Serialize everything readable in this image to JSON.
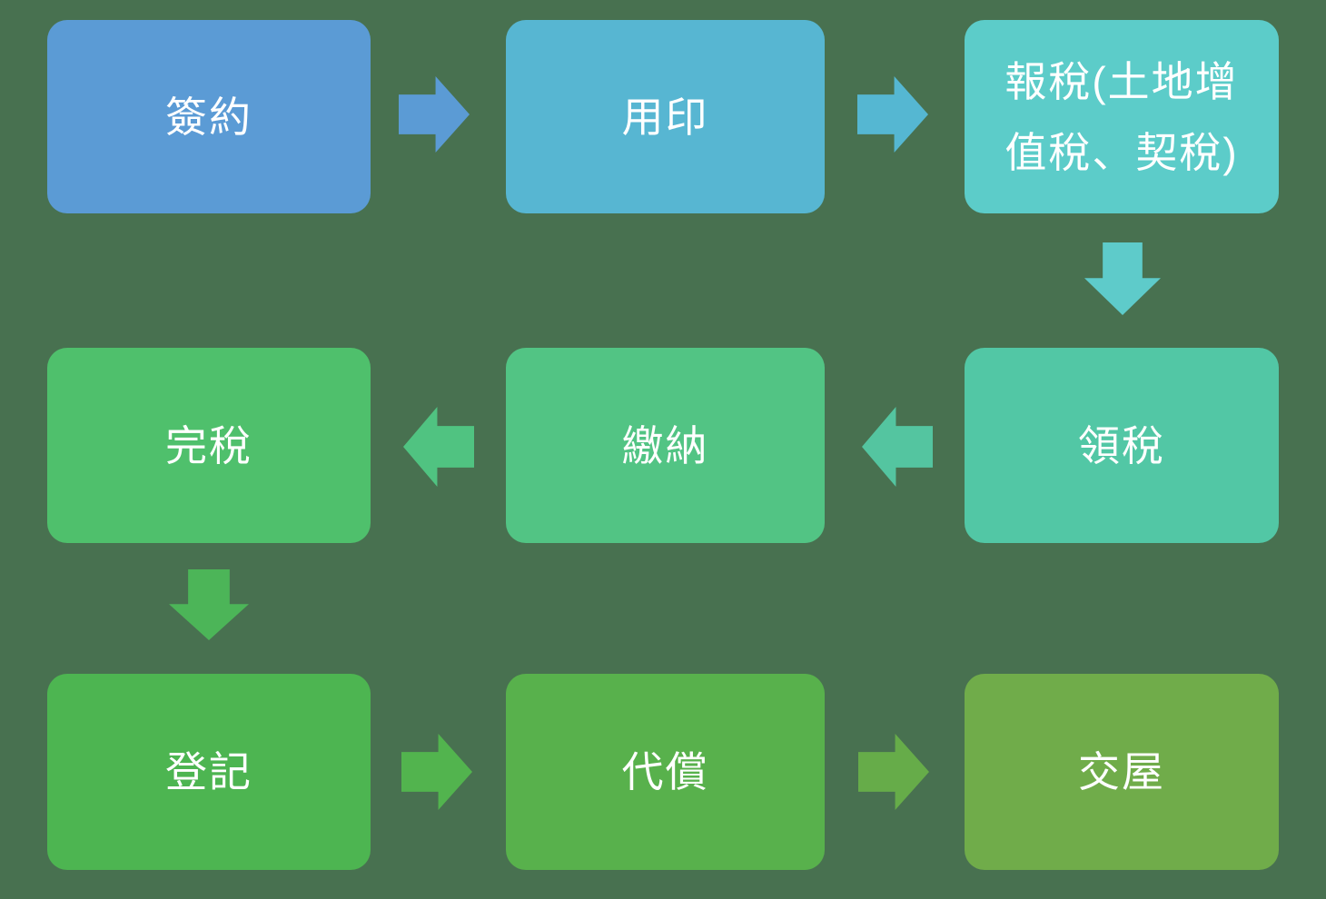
{
  "background_color": "#487150",
  "text_color": "#FFFFFF",
  "flow": {
    "description": "property-transaction-process-flowchart",
    "boxes": [
      {
        "id": "sign-contract",
        "label": "簽約",
        "color": "#5B9BD5"
      },
      {
        "id": "seal-documents",
        "label": "用印",
        "color": "#57B6D2"
      },
      {
        "id": "tax-filing",
        "label": "報稅(土地增值稅、契稅)",
        "lines": [
          "報稅(土地增",
          "值稅、契稅)"
        ],
        "color": "#5CCCC9"
      },
      {
        "id": "receive-tax-bill",
        "label": "領稅",
        "color": "#52C7A5"
      },
      {
        "id": "pay-tax",
        "label": "繳納",
        "color": "#52C484"
      },
      {
        "id": "tax-completed",
        "label": "完稅",
        "color": "#4FC06C"
      },
      {
        "id": "registration",
        "label": "登記",
        "color": "#4DB551"
      },
      {
        "id": "loan-repayment",
        "label": "代償",
        "color": "#58B14C"
      },
      {
        "id": "house-handover",
        "label": "交屋",
        "color": "#70AC4A"
      }
    ],
    "arrows": [
      {
        "id": "sign-to-seal",
        "from": "簽約",
        "to": "用印",
        "direction": "right",
        "color": "#5B9BD5"
      },
      {
        "id": "seal-to-taxfiling",
        "from": "用印",
        "to": "報稅",
        "direction": "right",
        "color": "#55B7D2"
      },
      {
        "id": "taxfiling-to-receive",
        "from": "報稅",
        "to": "領稅",
        "direction": "down",
        "color": "#5ECBCA"
      },
      {
        "id": "receive-to-pay",
        "from": "領稅",
        "to": "繳納",
        "direction": "left",
        "color": "#54C5A0"
      },
      {
        "id": "pay-to-completed",
        "from": "繳納",
        "to": "完稅",
        "direction": "left",
        "color": "#50C381"
      },
      {
        "id": "completed-to-registration",
        "from": "完稅",
        "to": "登記",
        "direction": "down",
        "color": "#4CB558"
      },
      {
        "id": "registration-to-repayment",
        "from": "登記",
        "to": "代償",
        "direction": "right",
        "color": "#52B44E"
      },
      {
        "id": "repayment-to-handover",
        "from": "代償",
        "to": "交屋",
        "direction": "right",
        "color": "#66AC49"
      }
    ]
  }
}
